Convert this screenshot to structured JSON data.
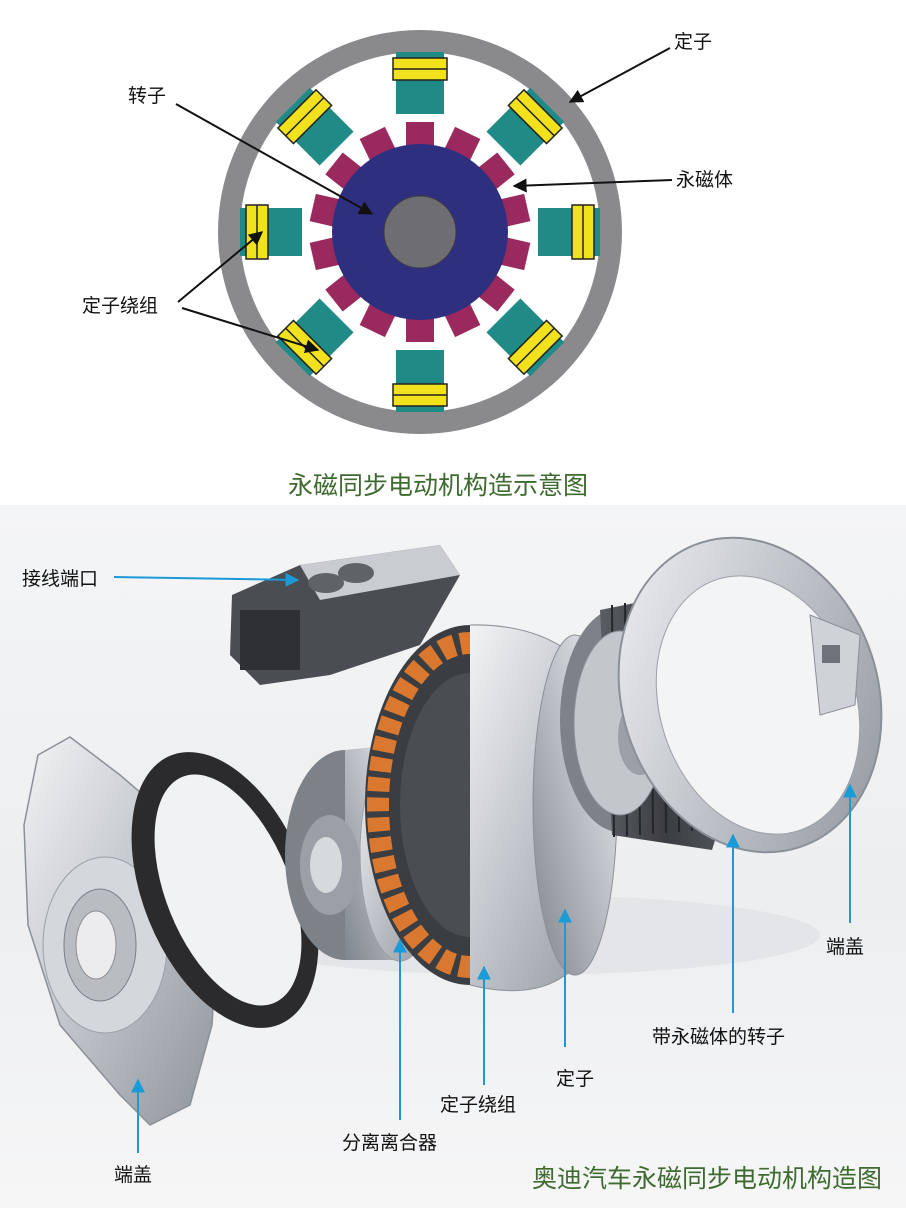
{
  "schematic": {
    "caption": "永磁同步电动机构造示意图",
    "labels": {
      "stator": "定子",
      "rotor": "转子",
      "magnet": "永磁体",
      "winding": "定子绕组"
    },
    "colors": {
      "stator_ring": "#8a8a8d",
      "rotor": "#2e2f7e",
      "shaft": "#6e6e72",
      "magnet": "#9a2a5e",
      "tooth": "#1f8a86",
      "coil": "#f2e21d"
    }
  },
  "photo": {
    "caption": "奥迪汽车永磁同步电动机构造图",
    "labels": {
      "port": "接线端口",
      "end_cap_right": "端盖",
      "rotor_with_magnet": "带永磁体的转子",
      "stator": "定子",
      "winding": "定子绕组",
      "clutch": "分离离合器",
      "end_cap_left": "端盖"
    },
    "colors": {
      "leader": "#1a9ad6",
      "winding": "#d9782e"
    }
  }
}
